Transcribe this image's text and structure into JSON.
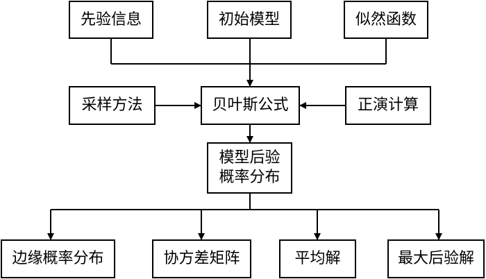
{
  "nodes": {
    "prior": "先验信息",
    "initial_model": "初始模型",
    "likelihood": "似然函数",
    "sampling": "采样方法",
    "bayes": "贝叶斯公式",
    "forward": "正演计算",
    "posterior": "模型后验\n概率分布",
    "marginal": "边缘概率分布",
    "covariance": "协方差矩阵",
    "mean": "平均解",
    "map": "最大后验解"
  },
  "colors": {
    "stroke": "#000000",
    "fill": "#ffffff",
    "text": "#000000"
  }
}
